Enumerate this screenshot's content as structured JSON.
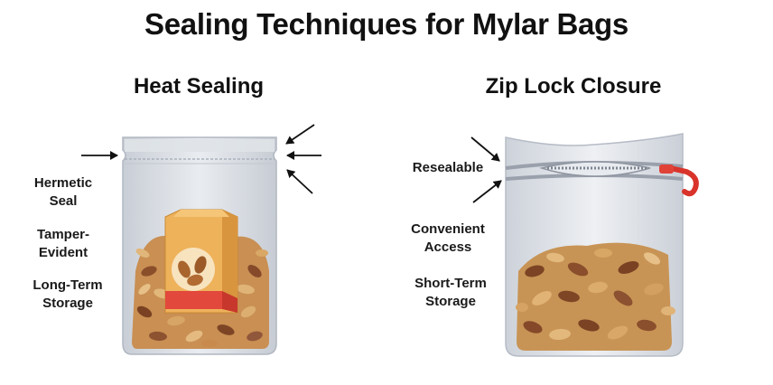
{
  "title": "Sealing Techniques for Mylar Bags",
  "left": {
    "heading": "Heat Sealing",
    "labels": [
      {
        "lines": [
          "Hermetic",
          "Seal"
        ]
      },
      {
        "lines": [
          "Tamper-",
          "Evident"
        ]
      },
      {
        "lines": [
          "Long-Term",
          "Storage"
        ]
      }
    ]
  },
  "right": {
    "heading": "Zip Lock Closure",
    "labels": [
      {
        "lines": [
          "Resealable"
        ]
      },
      {
        "lines": [
          "Convenient",
          "Access"
        ]
      },
      {
        "lines": [
          "Short-Term",
          "Storage"
        ]
      }
    ]
  },
  "colors": {
    "bag": "#d9dde4",
    "bag_edge": "#b3b9c3",
    "box": "#eeb25b",
    "box_band": "#e2483b",
    "nuts": "#a8683c",
    "zip_pull": "#d9342b"
  },
  "icons": [
    "arrow-icon",
    "almond-icon",
    "zipper-icon"
  ]
}
